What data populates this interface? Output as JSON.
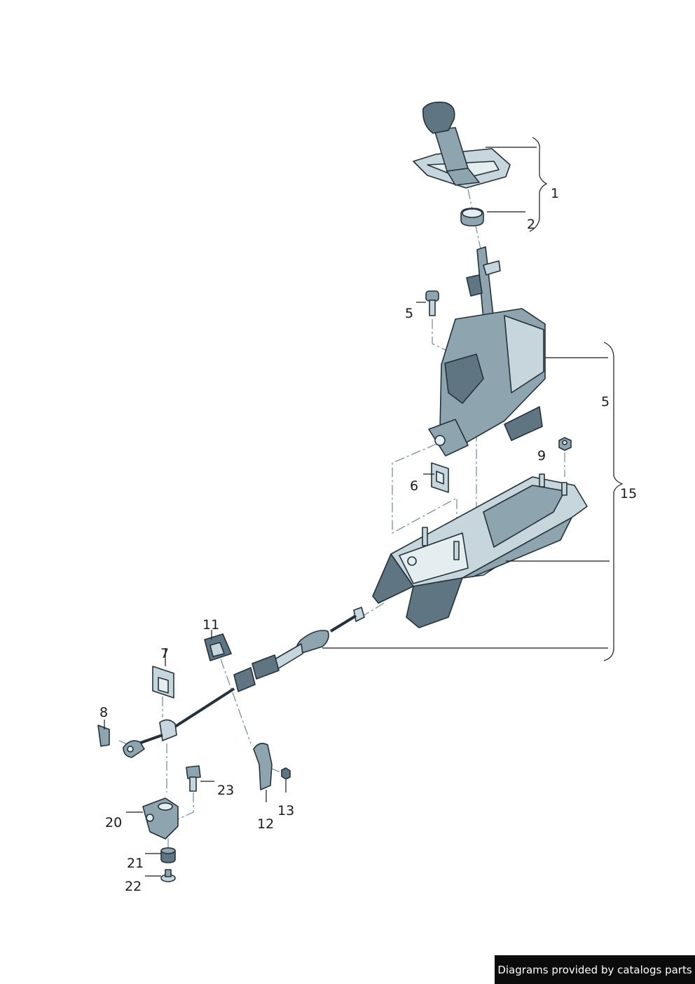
{
  "callouts": {
    "c1": "1",
    "c2": "2",
    "c5a": "5",
    "c5b": "5",
    "c6": "6",
    "c7": "7",
    "c8": "8",
    "c9": "9",
    "c11": "11",
    "c12": "12",
    "c13": "13",
    "c15": "15",
    "c20": "20",
    "c21": "21",
    "c22": "22",
    "c23": "23"
  },
  "credit": "Diagrams provided by catalogs parts"
}
